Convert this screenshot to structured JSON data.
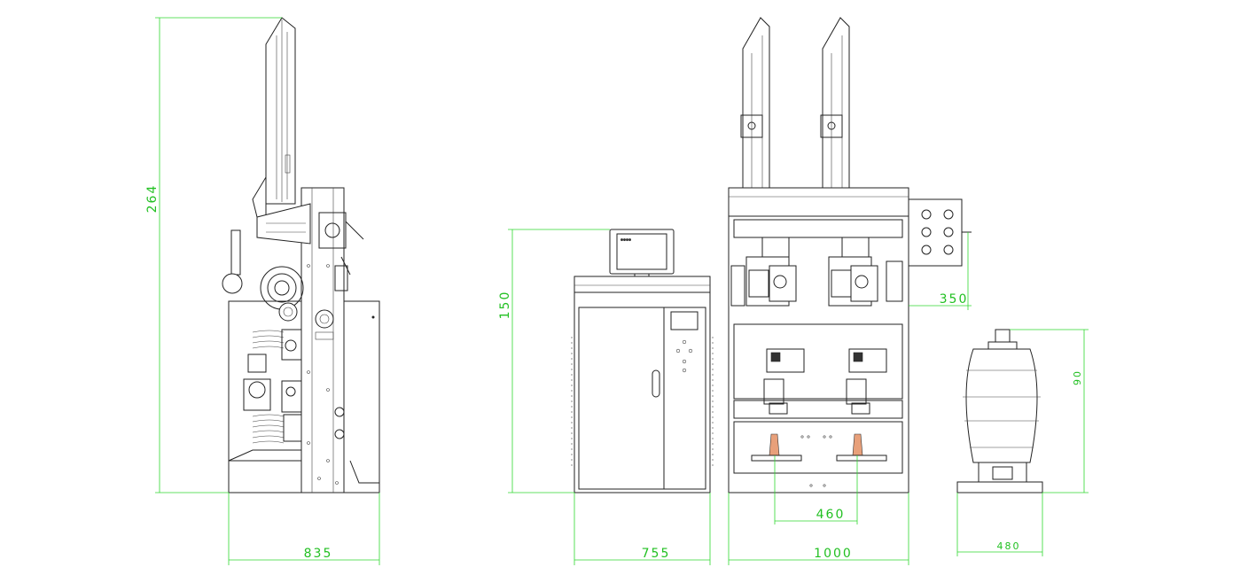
{
  "dimensions": {
    "side_height": "264",
    "side_width": "835",
    "cabinet_height": "150",
    "cabinet_width": "755",
    "machine_width": "1000",
    "spindle_spacing": "460",
    "valve_extension": "350",
    "tank_height": "90",
    "tank_width": "480"
  },
  "screen_text": "●●●●",
  "colors": {
    "dimension": "#22c022",
    "lines": "#222222"
  }
}
